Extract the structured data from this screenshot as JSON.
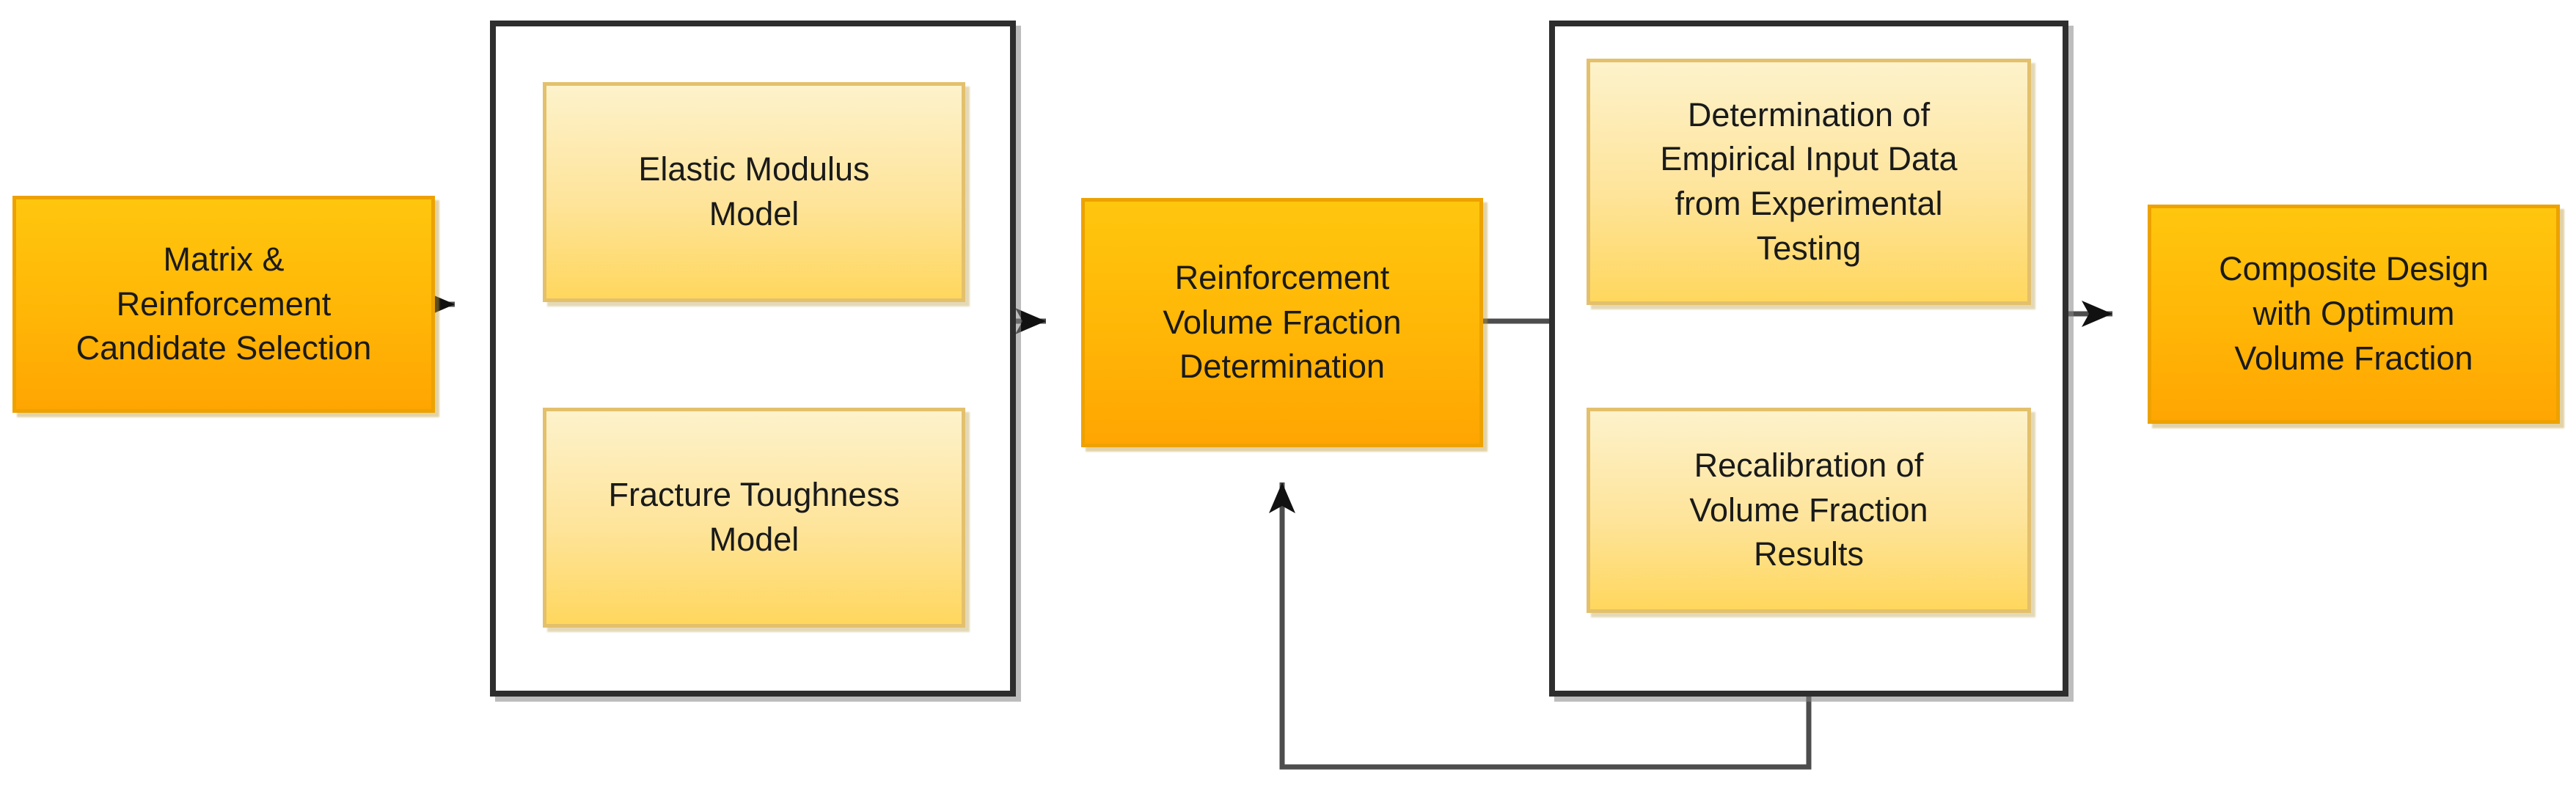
{
  "diagram": {
    "type": "flowchart",
    "direction": "left-to-right",
    "nodes": {
      "matrix_selection": {
        "label": "Matrix &\nReinforcement\nCandidate Selection",
        "shape": "process"
      },
      "elastic_modulus": {
        "label": "Elastic Modulus\nModel",
        "shape": "subprocess"
      },
      "fracture_toughness": {
        "label": "Fracture Toughness\nModel",
        "shape": "subprocess"
      },
      "volume_fraction": {
        "label": "Reinforcement\nVolume Fraction\nDetermination",
        "shape": "process"
      },
      "empirical_input": {
        "label": "Determination of\nEmpirical Input Data\nfrom Experimental\nTesting",
        "shape": "subprocess"
      },
      "recalibration": {
        "label": "Recalibration of\nVolume Fraction\nResults",
        "shape": "subprocess"
      },
      "composite_design": {
        "label": "Composite Design\nwith Optimum\nVolume Fraction",
        "shape": "process"
      }
    },
    "groups": {
      "models_group": {
        "children": [
          "elastic_modulus",
          "fracture_toughness"
        ]
      },
      "testing_group": {
        "children": [
          "empirical_input",
          "recalibration"
        ]
      }
    },
    "edges": [
      {
        "from": "matrix_selection",
        "to": "models_group",
        "style": "arrow"
      },
      {
        "from": "models_group",
        "to": "volume_fraction",
        "style": "arrow"
      },
      {
        "from": "volume_fraction",
        "to": "testing_group",
        "style": "line"
      },
      {
        "from": "testing_group",
        "to": "composite_design",
        "style": "arrow"
      },
      {
        "from": "testing_group",
        "to": "volume_fraction",
        "style": "feedback-arrow-bottom-loop"
      }
    ],
    "colors": {
      "process_fill_top": "#FFC60E",
      "process_fill_bottom": "#FFA502",
      "process_border": "#EDA200",
      "subprocess_fill_top": "#FDF2CB",
      "subprocess_fill_bottom": "#FFD75E",
      "subprocess_border": "#E3C06C",
      "container_fill": "#FFFFFF",
      "container_border": "#2E2E2E",
      "connector": "#4D4D4D",
      "arrowhead": "#111111",
      "text": "#1A1A1A",
      "background": "#FFFFFF"
    }
  }
}
